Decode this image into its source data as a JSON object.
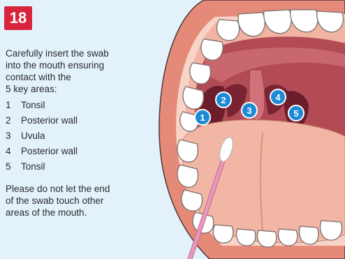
{
  "step_number": "18",
  "instructions": {
    "intro_lines": [
      "Carefully insert the swab",
      "into the mouth ensuring",
      "contact with the",
      "5 key areas:"
    ],
    "areas": [
      {
        "number": "1",
        "label": "Tonsil"
      },
      {
        "number": "2",
        "label": "Posterior wall"
      },
      {
        "number": "3",
        "label": "Uvula"
      },
      {
        "number": "4",
        "label": "Posterior wall"
      },
      {
        "number": "5",
        "label": "Tonsil"
      }
    ],
    "warning_lines": [
      "Please do not let the end",
      "of the swab touch other",
      "areas of the mouth."
    ]
  },
  "colors": {
    "background": "#e3f1fb",
    "badge": "#d7243c",
    "lips": "#e58a79",
    "throat": "#b24b53",
    "tongue": "#f2b6a4",
    "marker": "#1c8ad6",
    "swab_stick": "#e59ab8"
  },
  "icons": [
    "mouth-illustration",
    "swab-icon"
  ]
}
